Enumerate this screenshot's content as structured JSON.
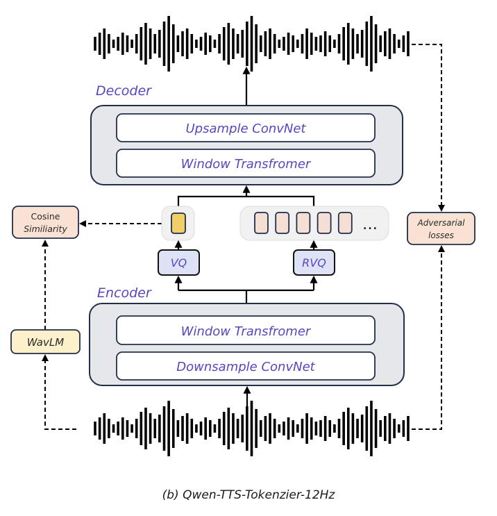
{
  "caption": "(b) Qwen-TTS-Tokenzier-12Hz",
  "decoder": {
    "title": "Decoder",
    "layers": [
      "Upsample ConvNet",
      "Window Transfromer"
    ]
  },
  "encoder": {
    "title": "Encoder",
    "layers": [
      "Window Transfromer",
      "Downsample ConvNet"
    ]
  },
  "quantizers": {
    "vq": "VQ",
    "rvq": "RVQ",
    "rvq_ellipsis": "…",
    "vq_token_count": 1,
    "rvq_token_count": 5
  },
  "side_boxes": {
    "cosine_line1": "Cosine",
    "cosine_line2": "Similiarity",
    "adversarial_line1": "Adversarial",
    "adversarial_line2": "losses",
    "wavlm": "WavLM"
  },
  "waveforms": {
    "output": "reconstructed-audio-waveform",
    "input": "input-audio-waveform"
  },
  "colors": {
    "label_purple": "#5a45c0",
    "module_fill": "#e6e7ea",
    "module_border": "#1f2f4a",
    "inner_fill": "#ffffff",
    "quant_fill": "#dde2f4",
    "token_yellow": "#f0cf6a",
    "token_pink": "#f5ded3",
    "token_group_fill": "#f1f1f2",
    "loss_fill": "#f9e1d4",
    "wavlm_fill": "#fdf1cc",
    "line": "#000000"
  }
}
